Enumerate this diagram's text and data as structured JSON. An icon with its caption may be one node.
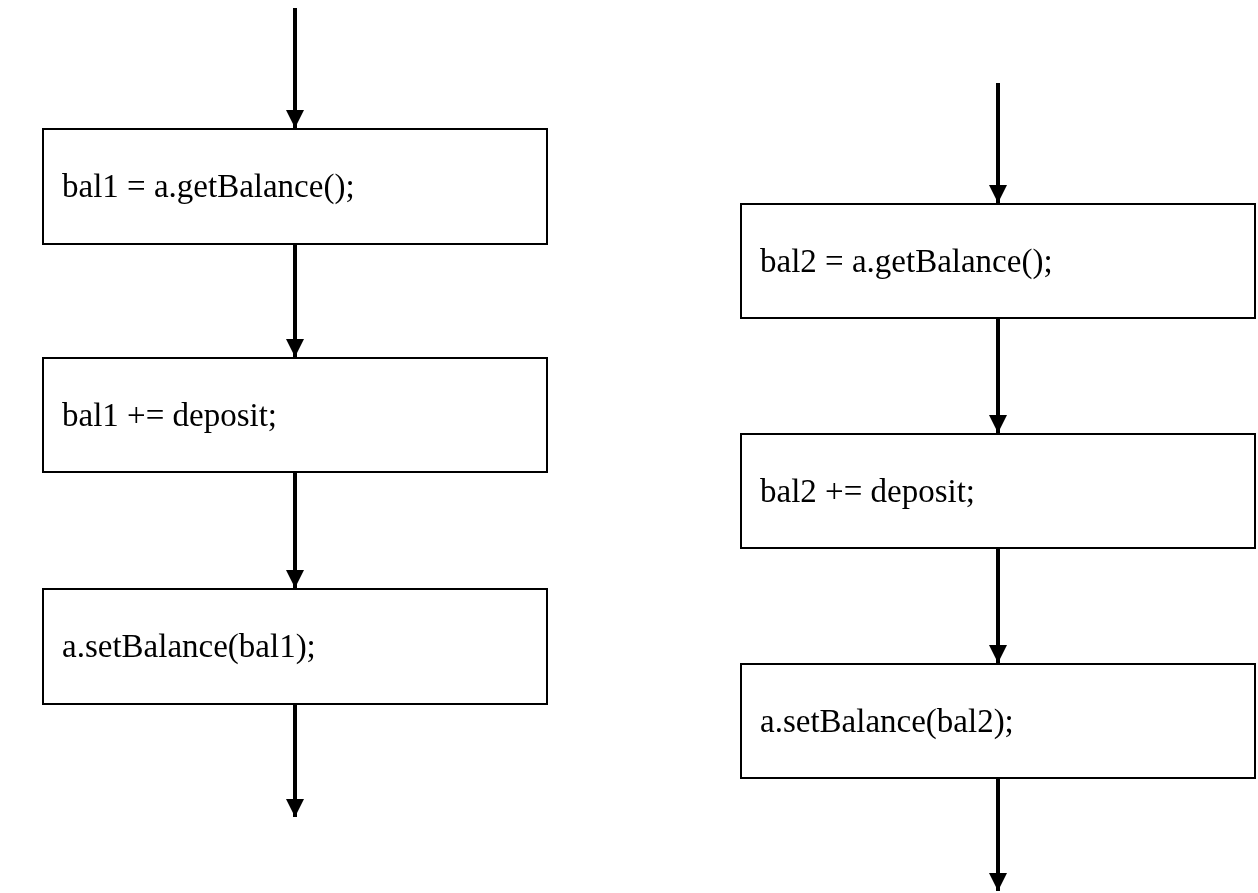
{
  "diagram": {
    "nodes": [
      {
        "text": [
          "bal1 = a.getBalance();"
        ]
      },
      {
        "text": [
          "bal1 += deposit;"
        ]
      },
      {
        "text": [
          "a.setBalance(bal1);"
        ]
      },
      {
        "text": [
          "bal2 = a.getBalance();"
        ]
      },
      {
        "text": [
          "bal2 += deposit;"
        ]
      },
      {
        "text": [
          "a.setBalance(bal2);"
        ]
      }
    ],
    "edges": [
      {
        "from": null,
        "to": 0,
        "arrow": "to"
      },
      {
        "from": 0,
        "to": 1,
        "arrow": "to"
      },
      {
        "from": 1,
        "to": 2,
        "arrow": "to"
      },
      {
        "from": 2,
        "to": null,
        "arrow": "to"
      },
      {
        "from": null,
        "to": 3,
        "arrow": "to"
      },
      {
        "from": 3,
        "to": 4,
        "arrow": "to"
      },
      {
        "from": 4,
        "to": 5,
        "arrow": "to"
      },
      {
        "from": 5,
        "to": null,
        "arrow": "to"
      }
    ]
  }
}
